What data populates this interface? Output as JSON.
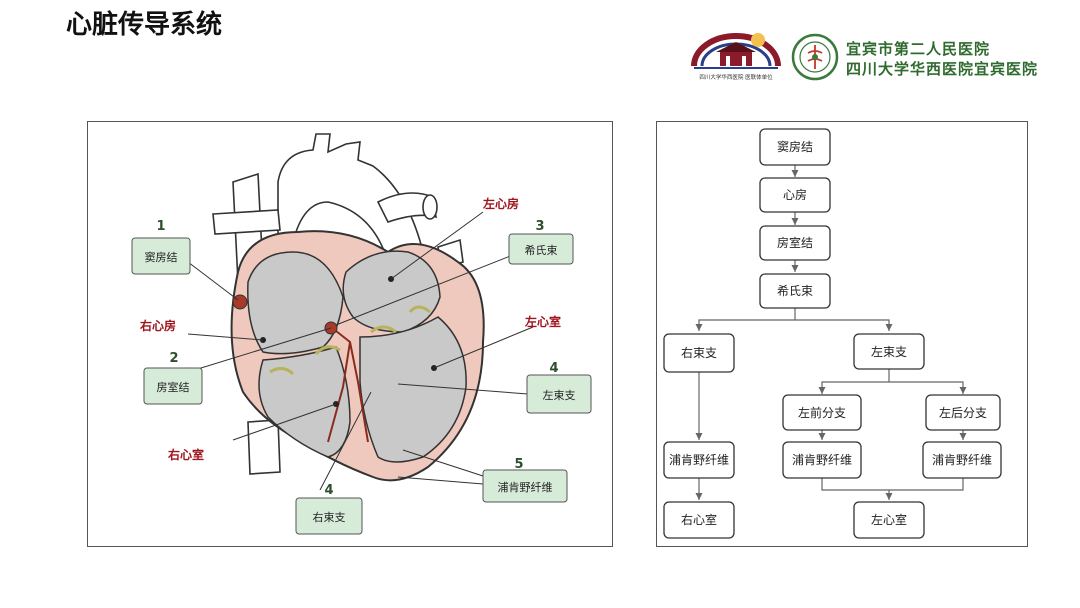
{
  "page": {
    "title": "心脏传导系统"
  },
  "header": {
    "hospital_name": "宜宾市第二人民医院",
    "hospital_affiliation": "四川大学华西医院宜宾医院",
    "arch_logo_caption": "四川大学华西医院 医联体单位"
  },
  "heart_diagram": {
    "chambers": {
      "left_atrium": "左心房",
      "right_atrium": "右心房",
      "left_ventricle": "左心室",
      "right_ventricle": "右心室"
    },
    "callouts": [
      {
        "number": "1",
        "label": "窦房结"
      },
      {
        "number": "2",
        "label": "房室结"
      },
      {
        "number": "3",
        "label": "希氏束"
      },
      {
        "number": "4",
        "label": "左束支"
      },
      {
        "number": "4",
        "label": "右束支"
      },
      {
        "number": "5",
        "label": "浦肯野纤维"
      }
    ]
  },
  "flowchart": {
    "nodes": {
      "sa_node": "窦房结",
      "atrium": "心房",
      "av_node": "房室结",
      "his_bundle": "希氏束",
      "right_bundle": "右束支",
      "left_bundle": "左束支",
      "left_anterior": "左前分支",
      "left_posterior": "左后分支",
      "purkinje_right": "浦肯野纤维",
      "purkinje_left_anterior": "浦肯野纤维",
      "purkinje_left_posterior": "浦肯野纤维",
      "right_ventricle": "右心室",
      "left_ventricle": "左心室"
    }
  },
  "colors": {
    "label_red": "#a0141e",
    "callout_box_fill": "#d7ebd9",
    "callout_box_border": "#555555",
    "heart_tissue": "#efc9bd",
    "chamber_fill": "#c9c9c9",
    "flow_arrow": "#666666"
  }
}
